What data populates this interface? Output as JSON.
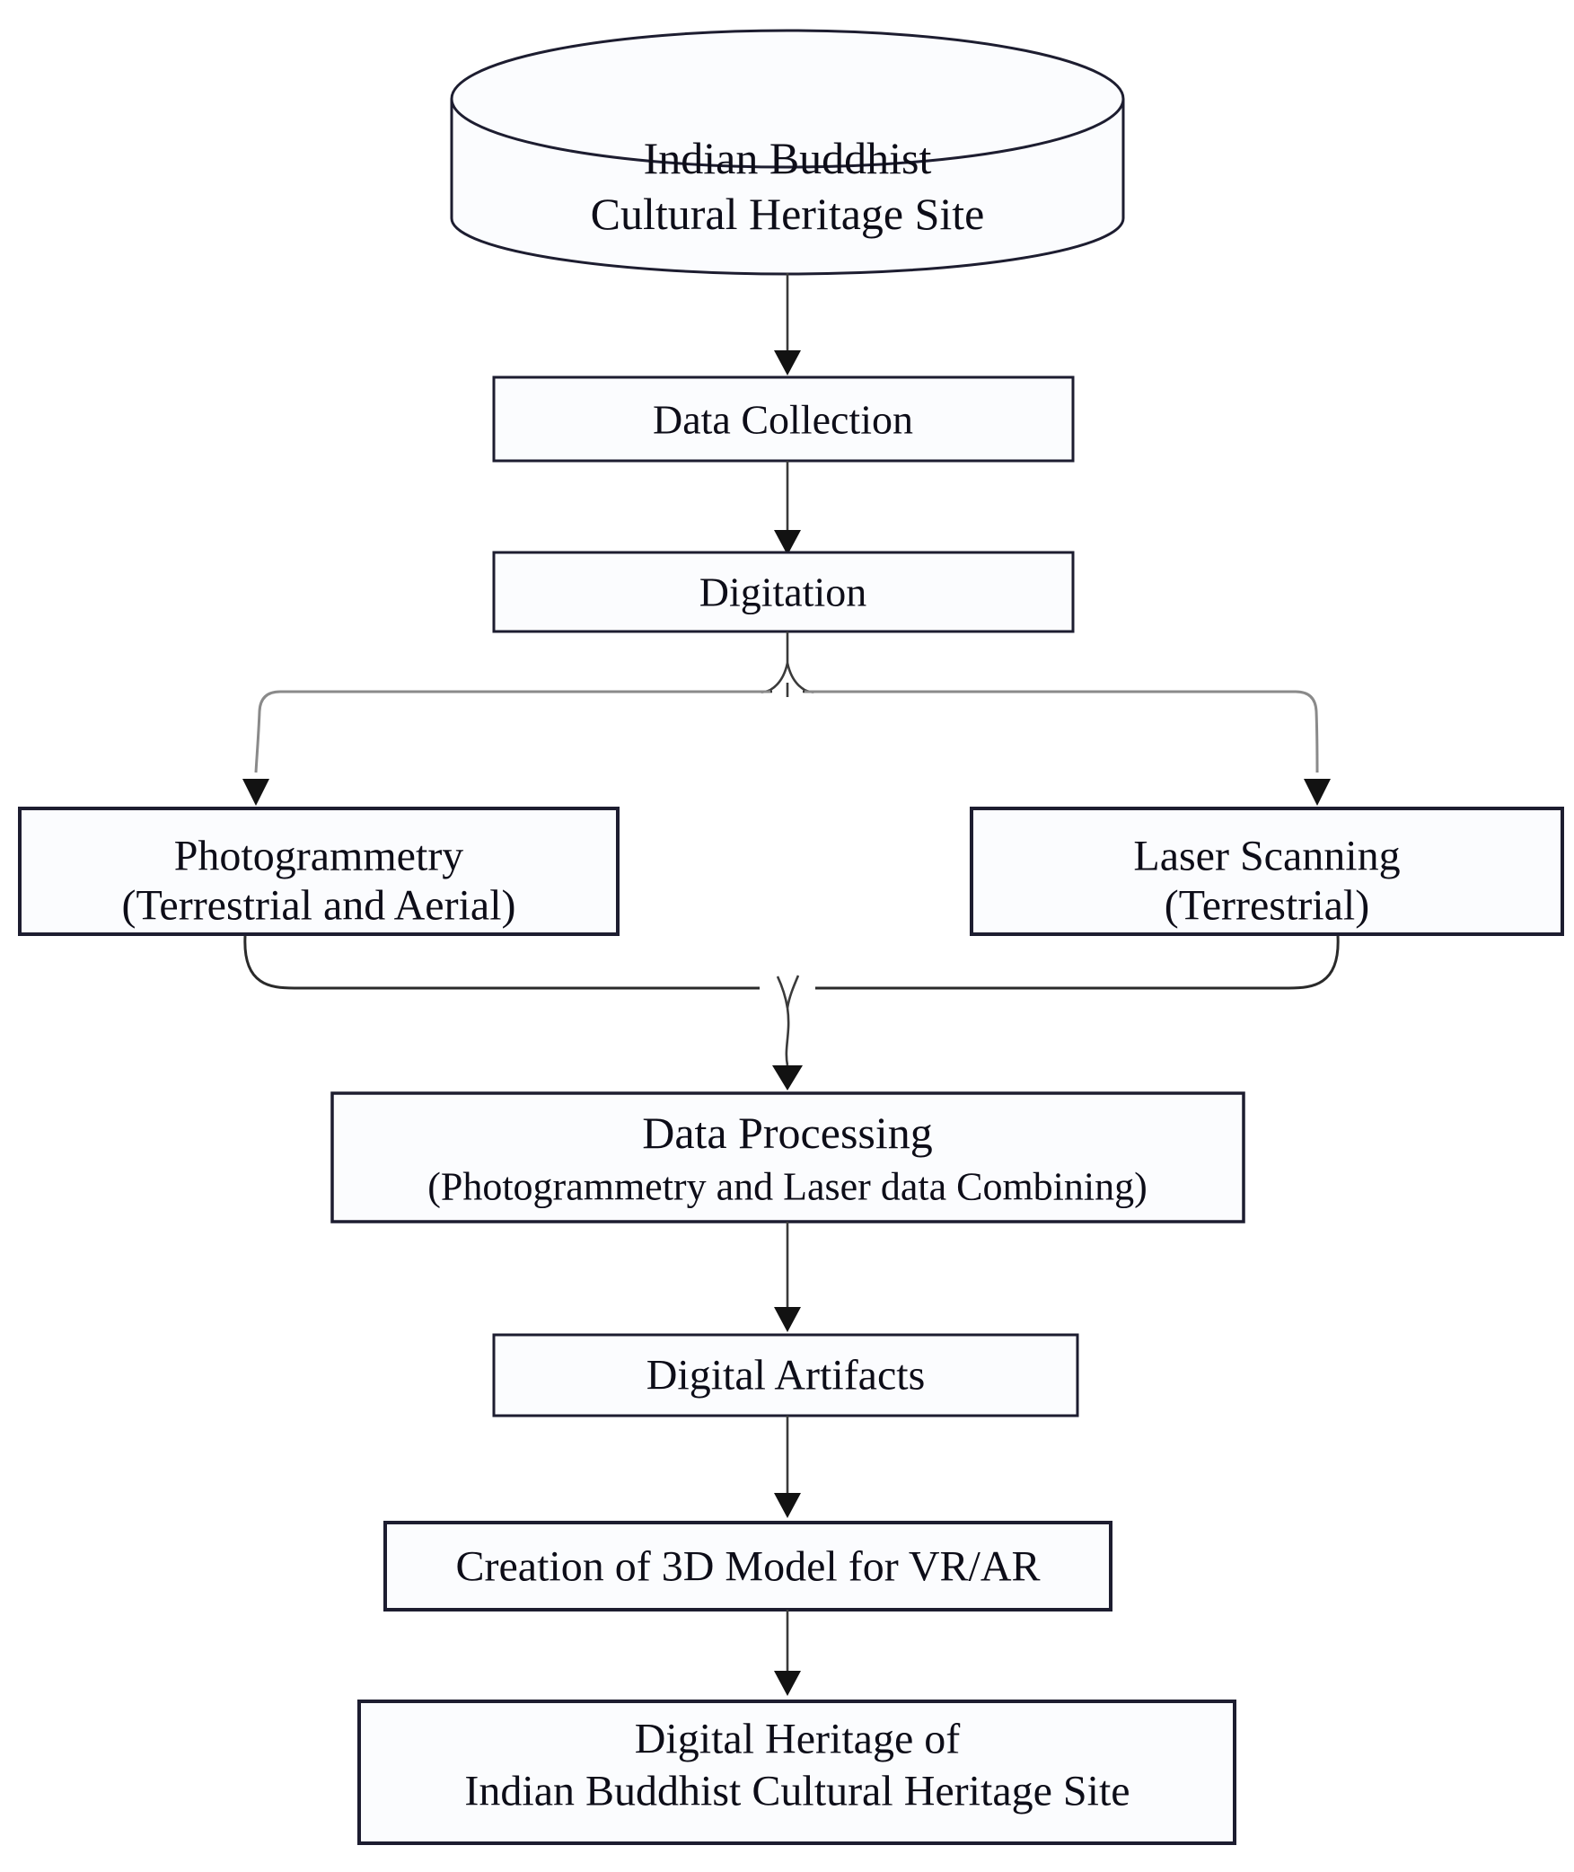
{
  "colors": {
    "background": "#ffffff",
    "box_border": "#1d1d30",
    "box_fill": "#fbfcfe",
    "connector_line": "#3a3a3a",
    "fork_line": "#8a8a8a",
    "arrowhead": "#121212",
    "text": "#0d0d18"
  },
  "diagram": {
    "source_cylinder": {
      "line1": "Indian Buddhist",
      "line2": "Cultural Heritage Site"
    },
    "data_collection": {
      "label": "Data Collection"
    },
    "digitation": {
      "label": "Digitation"
    },
    "photogrammetry": {
      "line1": "Photogrammetry",
      "line2": "(Terrestrial and Aerial)"
    },
    "laser_scanning": {
      "line1": "Laser Scanning",
      "line2": "(Terrestrial)"
    },
    "data_processing": {
      "line1": "Data Processing",
      "line2": "(Photogrammetry and Laser data Combining)"
    },
    "digital_artifacts": {
      "label": "Digital Artifacts"
    },
    "creation_3d_model": {
      "label": "Creation of 3D Model for VR/AR"
    },
    "digital_heritage": {
      "line1": "Digital Heritage of",
      "line2": "Indian Buddhist Cultural Heritage Site"
    }
  }
}
